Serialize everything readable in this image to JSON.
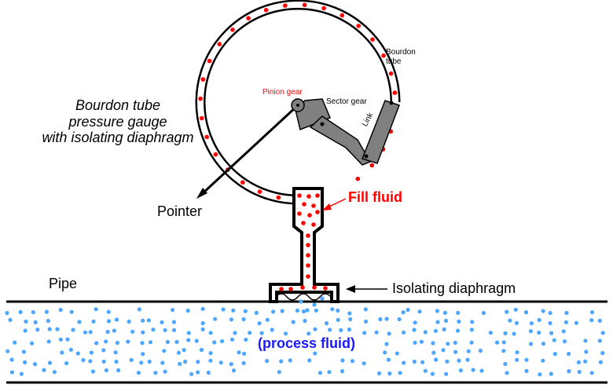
{
  "title_lines": [
    "Bourdon tube",
    "pressure gauge",
    "with isolating diaphragm"
  ],
  "labels": {
    "pointer": "Pointer",
    "pipe": "Pipe",
    "isolating_diaphragm": "Isolating diaphragm",
    "fill_fluid": "Fill fluid",
    "pinion_gear": "Pinion gear",
    "sector_gear": "Sector gear",
    "bourdon_tube_line1": "Bourdon",
    "bourdon_tube_line2": "tube",
    "link": "Link",
    "process_fluid": "(process fluid)"
  },
  "colors": {
    "fill_fluid_dots": "#ff0000",
    "process_fluid_dots": "#4da6ff",
    "process_fluid_text": "#1a1aff",
    "mechanism_gray": "#808080"
  }
}
